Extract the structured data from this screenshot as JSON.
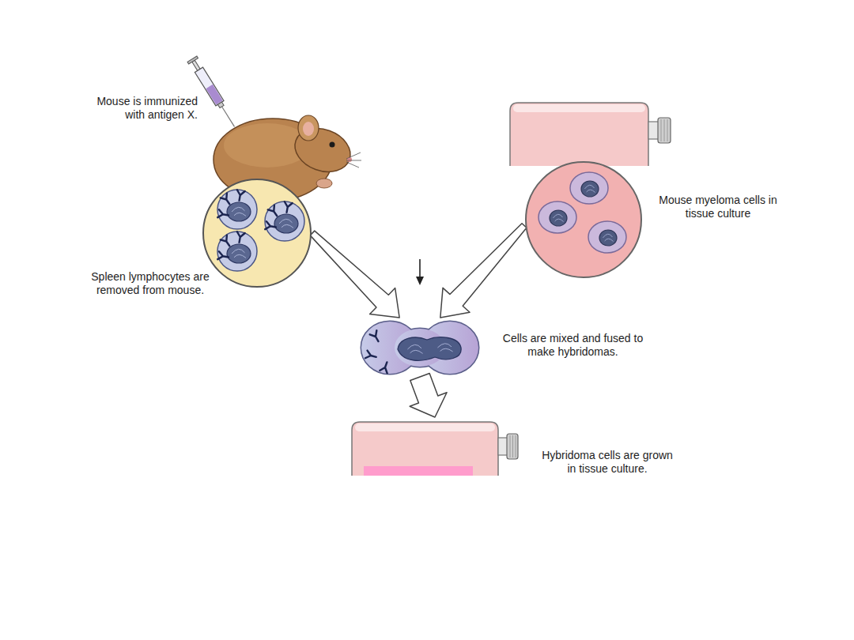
{
  "diagram": {
    "nodes": [
      {
        "text": [
          "Mouse is immunized with antigen X."
        ]
      },
      {
        "text": [
          "Spleen lymphocytes are removed from mouse."
        ]
      },
      {
        "text": [
          "Mouse myeloma cells in tissue culture"
        ]
      },
      {
        "text": [
          "Cells are mixed and fused to make hybridomas."
        ]
      },
      {
        "text": [
          "Hybridoma cells are grown in tissue culture."
        ]
      }
    ],
    "edges": [
      {
        "from": 1,
        "to": 3,
        "arrow": "to"
      },
      {
        "from": 2,
        "to": 3,
        "arrow": "to"
      },
      {
        "from": 3,
        "to": 4,
        "arrow": "to"
      }
    ]
  }
}
